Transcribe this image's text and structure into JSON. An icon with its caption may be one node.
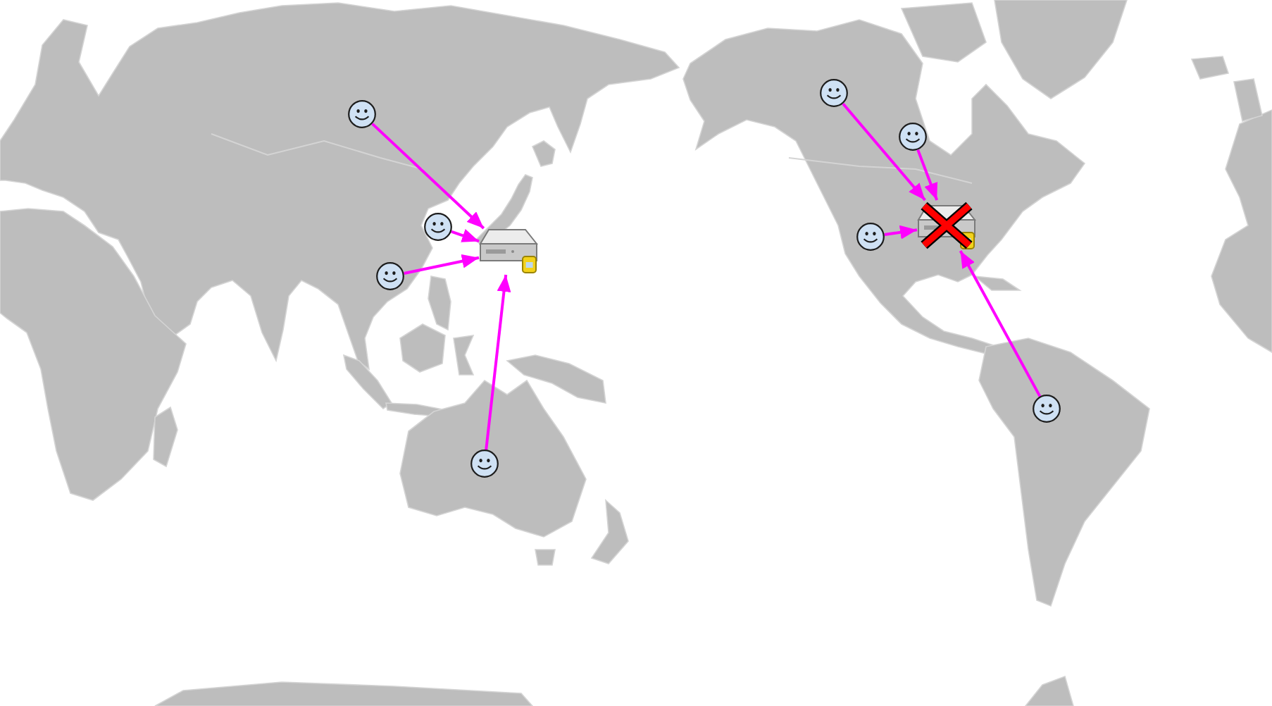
{
  "diagram": {
    "nodes": [
      {
        "text": [],
        "shape": "picture"
      },
      {
        "text": [],
        "shape": "picture"
      },
      {
        "text": [],
        "shape": "picture"
      },
      {
        "text": [],
        "shape": "picture"
      },
      {
        "text": [],
        "shape": "picture"
      },
      {
        "text": [],
        "shape": "picture"
      },
      {
        "text": [],
        "shape": "picture"
      },
      {
        "text": [],
        "shape": "picture"
      },
      {
        "text": [],
        "shape": "picture"
      },
      {
        "text": [],
        "shape": "picture"
      }
    ],
    "edges": [
      {
        "from": 0,
        "to": 2,
        "arrow": "to"
      },
      {
        "from": 1,
        "to": 2,
        "arrow": "to"
      },
      {
        "from": 3,
        "to": 2,
        "arrow": "to"
      },
      {
        "from": 4,
        "to": 2,
        "arrow": "to"
      },
      {
        "from": 5,
        "to": 7,
        "arrow": "to"
      },
      {
        "from": 6,
        "to": 7,
        "arrow": "to"
      },
      {
        "from": 8,
        "to": 7,
        "arrow": "to"
      },
      {
        "from": 9,
        "to": 7,
        "arrow": "to"
      }
    ]
  }
}
